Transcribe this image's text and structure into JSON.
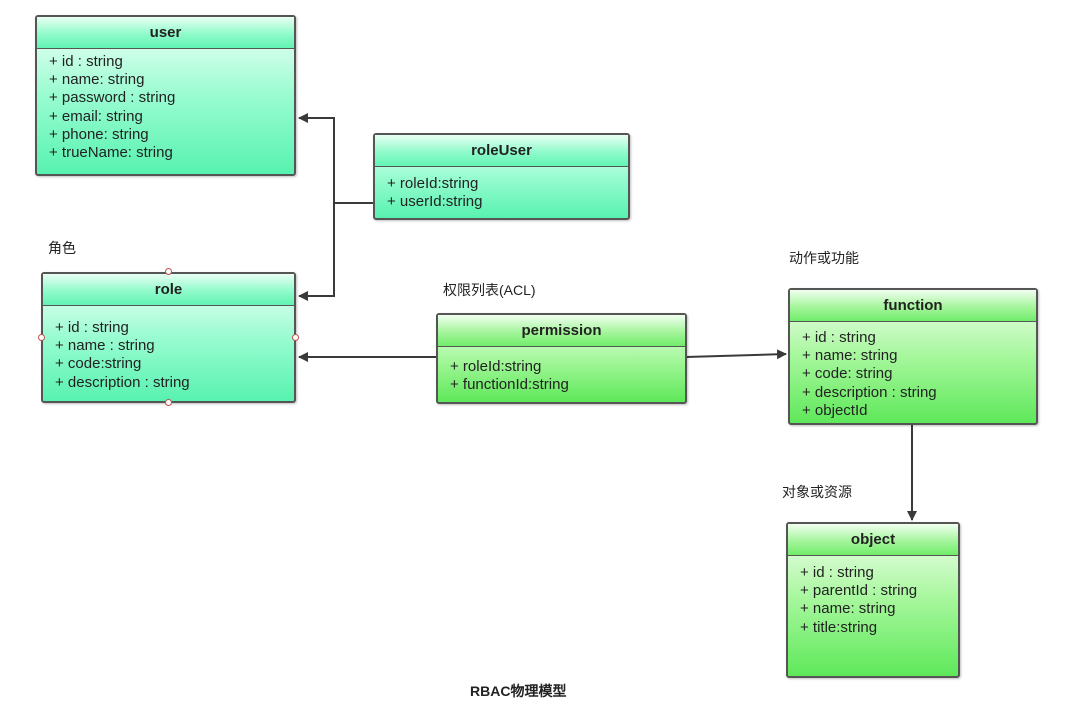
{
  "diagram": {
    "caption": "RBAC物理模型",
    "labels": {
      "role_label": "角色",
      "acl_label": "权限列表(ACL)",
      "function_label": "动作或功能",
      "object_label": "对象或资源"
    },
    "entities": {
      "user": {
        "name": "user",
        "attributes": [
          "+ id : string",
          "+ name: string",
          "+ password : string",
          "+ email: string",
          "+ phone: string",
          "+ trueName: string"
        ]
      },
      "roleUser": {
        "name": "roleUser",
        "attributes": [
          "+ roleId:string",
          "+ userId:string"
        ]
      },
      "role": {
        "name": "role",
        "attributes": [
          "+ id : string",
          "+ name : string",
          "+ code:string",
          "+ description : string"
        ]
      },
      "permission": {
        "name": "permission",
        "attributes": [
          "+ roleId:string",
          "+ functionId:string"
        ]
      },
      "function": {
        "name": "function",
        "attributes": [
          "+ id : string",
          "+ name: string",
          "+ code: string",
          "+ description : string",
          "+ objectId"
        ]
      },
      "object": {
        "name": "object",
        "attributes": [
          "+ id : string",
          "+ parentId : string",
          "+ name: string",
          "+ title:string"
        ]
      }
    },
    "relations": [
      {
        "from": "roleUser",
        "to": "user"
      },
      {
        "from": "roleUser",
        "to": "role"
      },
      {
        "from": "permission",
        "to": "role"
      },
      {
        "from": "permission",
        "to": "function"
      },
      {
        "from": "function",
        "to": "object"
      }
    ],
    "colors": {
      "line": "#3a3a3a",
      "border": "#555555",
      "aqua_fill": "#62f4b4",
      "green_fill": "#5ee85a",
      "handle": "#c0504d"
    }
  }
}
